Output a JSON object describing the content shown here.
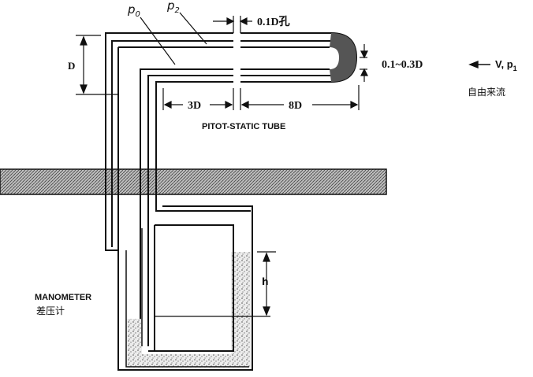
{
  "labels": {
    "p0": "p",
    "p0_sub": "0",
    "p2": "p",
    "p2_sub": "2",
    "hole": "0.1D孔",
    "d": "D",
    "gap": "0.1~0.3D",
    "flow": "V, p",
    "flow_sub": "1",
    "free_stream": "自由来流",
    "dim_3d": "3D",
    "dim_8d": "8D",
    "tube_title": "PITOT-STATIC TUBE",
    "h": "h",
    "manometer": "MANOMETER",
    "manometer_cn": "差压计"
  },
  "colors": {
    "line": "#111111",
    "fluid": "#d9d9d9",
    "nose": "#555555"
  }
}
